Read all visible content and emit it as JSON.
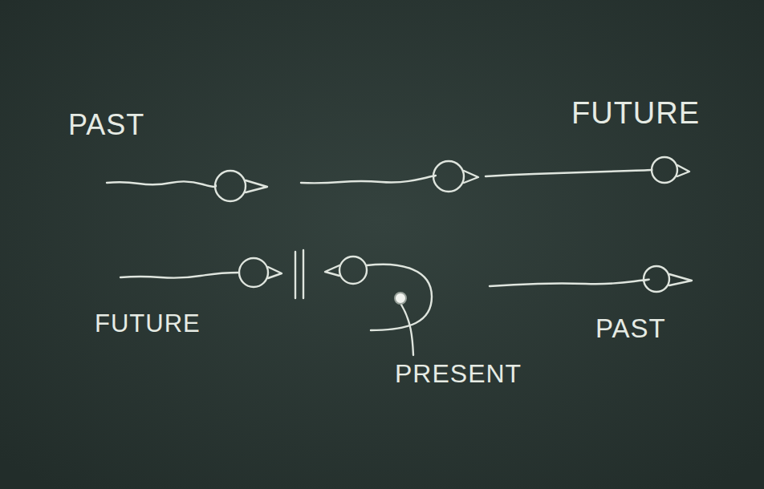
{
  "diagram": {
    "labels": [
      "PAST",
      "FUTURE",
      "FUTURE",
      "PRESENT",
      "PAST"
    ]
  }
}
